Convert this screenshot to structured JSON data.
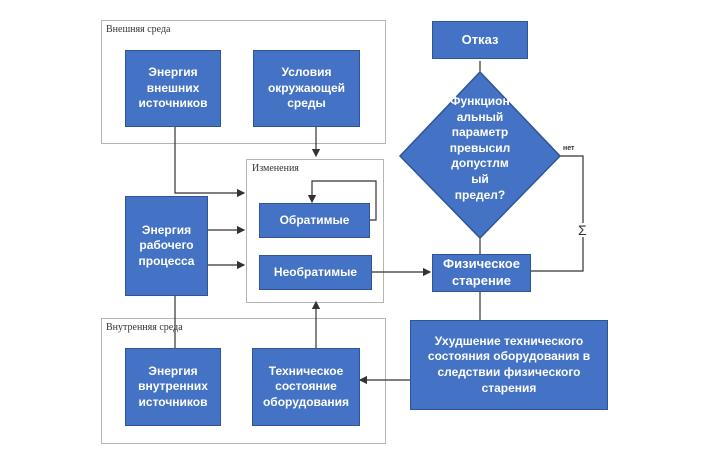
{
  "external_env": {
    "title": "Внешняя среда",
    "energy_external": "Энергия\nвнешних\nисточников",
    "conditions": "Условия\nокружающей\nсреды"
  },
  "changes": {
    "title": "Изменения",
    "reversible": "Обратимые",
    "irreversible": "Необратимые"
  },
  "work_energy": "Энергия\nрабочего\nпроцесса",
  "internal_env": {
    "title": "Внутренняя среда",
    "energy_internal": "Энергия\nвнутренних\nисточников",
    "tech_state": "Техническое\nсостояние\nоборудования"
  },
  "failure": "Отказ",
  "decision": "Функцион\nальный\nпараметр\nпревысил\nдопустлм\nый\nпредел?",
  "no_label": "нет",
  "sum_symbol": "Σ",
  "physical_aging": "Физическое\nстарение",
  "deterioration": "Ухудшение технического\nсостояния оборудования  в\nследствии физического\nстарения",
  "colors": {
    "box_fill": "#4472c4",
    "box_border": "#2f5597",
    "panel_border": "#b5b5b5",
    "arrow": "#333333"
  }
}
